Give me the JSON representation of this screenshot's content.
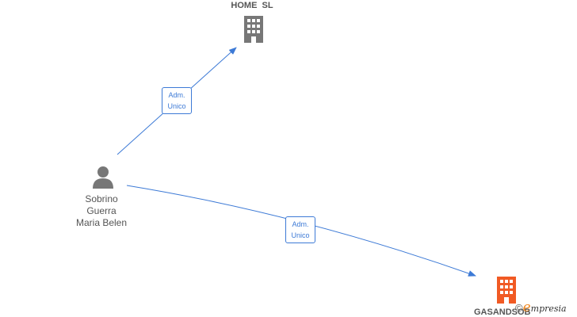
{
  "diagram": {
    "companies": [
      {
        "id": "home-sl",
        "label": "HOME  SL",
        "color": "#777777"
      },
      {
        "id": "gasandsob",
        "label": "GASANDSOB",
        "color": "#f15a24"
      }
    ],
    "person": {
      "name_lines": [
        "Sobrino",
        "Guerra",
        "Maria Belen"
      ],
      "color": "#777777"
    },
    "edges": [
      {
        "from": "person",
        "to": "home-sl",
        "role_lines": [
          "Adm.",
          "Unico"
        ]
      },
      {
        "from": "person",
        "to": "gasandsob",
        "role_lines": [
          "Adm.",
          "Unico"
        ]
      }
    ],
    "edge_color": "#3d7ad6"
  },
  "watermark": {
    "copyright": "©",
    "brand_initial": "e",
    "brand_rest": "mpresia"
  }
}
